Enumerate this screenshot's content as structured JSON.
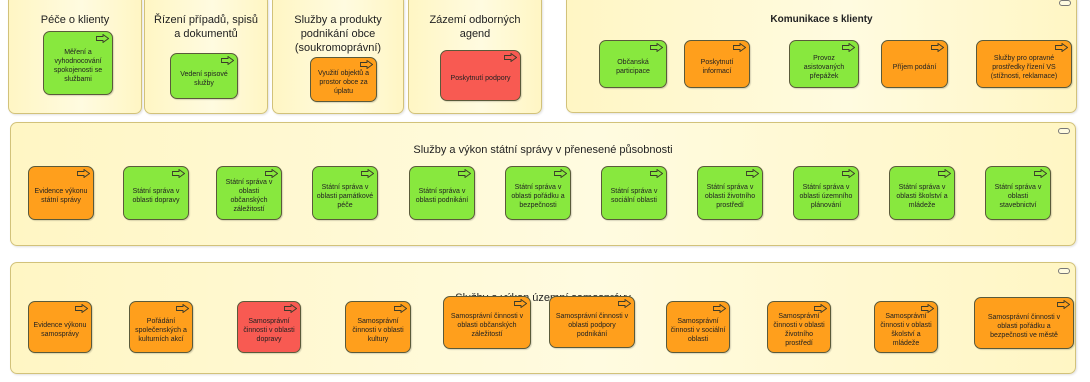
{
  "colors": {
    "green": "#88e83e",
    "orange": "#ff9f1c",
    "red": "#f85a52"
  },
  "groups": [
    {
      "id": "g0",
      "title": "Péče o klienty",
      "items": [
        {
          "label": "Měření a vyhodnocování spokojenosti se službami",
          "color": "green"
        }
      ]
    },
    {
      "id": "g1",
      "title": "Řízení případů, spisů a dokumentů",
      "items": [
        {
          "label": "Vedení spisové služby",
          "color": "green"
        }
      ]
    },
    {
      "id": "g2",
      "title": "Služby a produkty podnikání obce (soukromoprávní)",
      "items": [
        {
          "label": "Využití objektů a prostor obce za úplatu",
          "color": "orange"
        }
      ]
    },
    {
      "id": "g3",
      "title": "Zázemí odborných agend",
      "items": [
        {
          "label": "Poskytnutí podpory",
          "color": "red"
        }
      ]
    },
    {
      "id": "g4",
      "title": "Komunikace s klienty",
      "items": [
        {
          "label": "Občanská participace",
          "color": "green"
        },
        {
          "label": "Poskytnutí informací",
          "color": "orange"
        },
        {
          "label": "Provoz asistovaných přepážek",
          "color": "green"
        },
        {
          "label": "Příjem podání",
          "color": "orange"
        },
        {
          "label": "Služby pro opravné prostředky řízení VS (stížnosti, reklamace)",
          "color": "orange"
        }
      ]
    },
    {
      "id": "g5",
      "title": "Služby a výkon státní správy v přenesené působnosti",
      "items": [
        {
          "label": "Evidence výkonu státní správy",
          "color": "orange"
        },
        {
          "label": "Státní správa v oblasti dopravy",
          "color": "green"
        },
        {
          "label": "Státní správa v oblasti občanských záležitostí",
          "color": "green"
        },
        {
          "label": "Státní správa v oblasti památkové péče",
          "color": "green"
        },
        {
          "label": "Státní správa v oblasti podnikání",
          "color": "green"
        },
        {
          "label": "Státní správa v oblasti pořádku a bezpečnosti",
          "color": "green"
        },
        {
          "label": "Státní správa v sociální oblasti",
          "color": "green"
        },
        {
          "label": "Státní správa v oblasti životního prostředí",
          "color": "green"
        },
        {
          "label": "Státní správa v oblasti územního plánování",
          "color": "green"
        },
        {
          "label": "Státní správa v oblasti školství a mládeže",
          "color": "green"
        },
        {
          "label": "Státní správa v oblasti stavebnictví",
          "color": "green"
        }
      ]
    },
    {
      "id": "g6",
      "title": "Služby a výkon územní samosprávy",
      "items": [
        {
          "label": "Evidence výkonu samosprávy",
          "color": "orange"
        },
        {
          "label": "Pořádání společenských a kulturních akcí",
          "color": "orange"
        },
        {
          "label": "Samosprávní činnosti v oblasti dopravy",
          "color": "red"
        },
        {
          "label": "Samosprávní činnosti v oblasti kultury",
          "color": "orange"
        },
        {
          "label": "Samosprávní činnosti v oblasti občanských záležitostí",
          "color": "orange"
        },
        {
          "label": "Samosprávní činnosti v oblasti podpory podnikání",
          "color": "orange"
        },
        {
          "label": "Samosprávní činnosti v sociální oblasti",
          "color": "orange"
        },
        {
          "label": "Samosprávní činnosti v oblasti životního prostředí",
          "color": "orange"
        },
        {
          "label": "Samosprávní činnosti v oblasti školství a mládeže",
          "color": "orange"
        },
        {
          "label": "Samosprávní činnosti v oblasti pořádku a bezpečnosti ve městě",
          "color": "orange"
        }
      ]
    }
  ]
}
